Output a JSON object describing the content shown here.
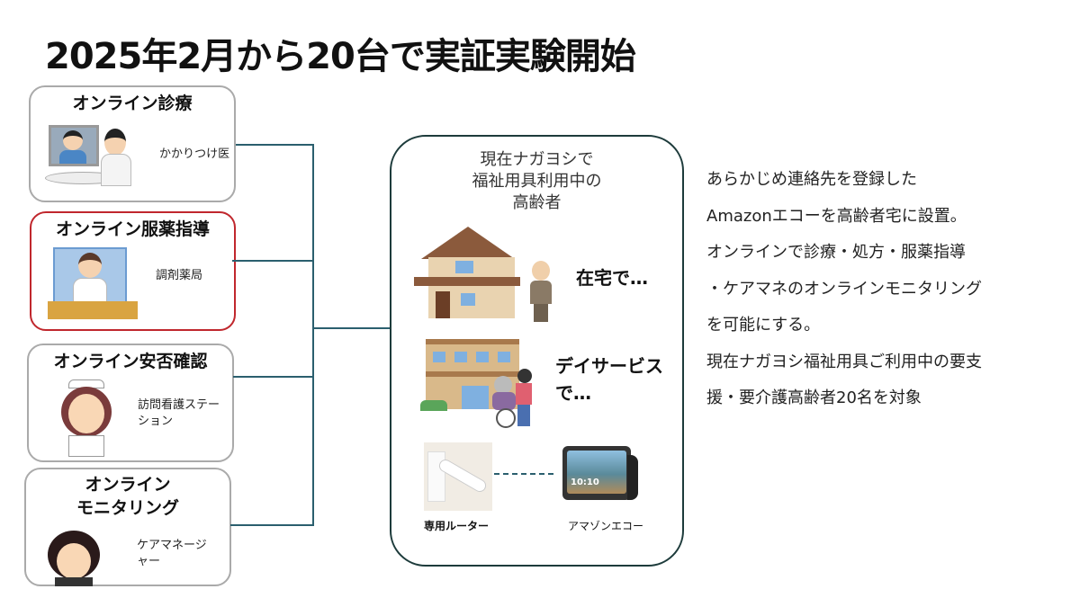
{
  "title": "2025年2月から20台で実証実験開始",
  "services": [
    {
      "title": "オンライン診療",
      "provider": "かかりつけ医"
    },
    {
      "title": "オンライン服薬指導",
      "provider": "調剤薬局"
    },
    {
      "title": "オンライン安否確認",
      "provider": "訪問看護ステーション"
    },
    {
      "title": "オンラインモニタリング",
      "title_line1": "オンライン",
      "title_line2": "モニタリング",
      "provider": "ケアマネージャー"
    }
  ],
  "center": {
    "title_line1": "現在ナガヨシで",
    "title_line2": "福祉用具利用中の",
    "title_line3": "高齢者",
    "home_label": "在宅で…",
    "dayservice_line1": "デイサービス",
    "dayservice_line2": "で…",
    "router_label": "専用ルーター",
    "echo_label": "アマゾンエコー",
    "echo_clock": "10:10"
  },
  "description": [
    "あらかじめ連絡先を登録した",
    "Amazonエコーを高齢者宅に設置。",
    "オンラインで診療・処方・服薬指導",
    "・ケアマネのオンラインモニタリング",
    "を可能にする。",
    "現在ナガヨシ福祉用具ご利用中の要支",
    "援・要介護高齢者20名を対象"
  ],
  "colors": {
    "connector": "#2b5f6e",
    "highlight_border": "#c0272d"
  }
}
